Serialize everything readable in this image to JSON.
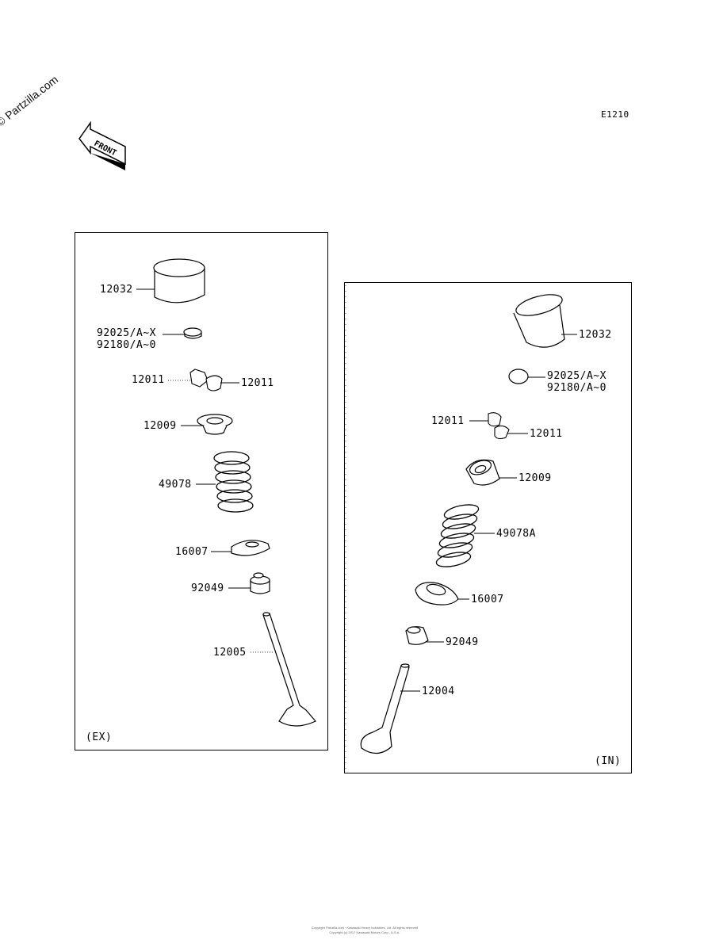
{
  "watermark": "© Partzilla.com",
  "diagram_code": "E1210",
  "front_arrow_text": "FRONT",
  "exhaust_panel": {
    "label": "(EX)",
    "parts": {
      "tappet": "12032",
      "shim_line1": "92025/A~X",
      "shim_line2": "92180/A~0",
      "cotter_left": "12011",
      "cotter_right": "12011",
      "retainer": "12009",
      "spring": "49078",
      "spring_seat": "16007",
      "oil_seal": "92049",
      "valve": "12005"
    }
  },
  "intake_panel": {
    "label": "(IN)",
    "parts": {
      "tappet": "12032",
      "shim_line1": "92025/A~X",
      "shim_line2": "92180/A~0",
      "cotter_left": "12011",
      "cotter_right": "12011",
      "retainer": "12009",
      "spring": "49078A",
      "spring_seat": "16007",
      "oil_seal": "92049",
      "valve": "12004"
    }
  },
  "footer_line1": "Copyright Partzilla.com · Kawasaki Heavy Industries, Ltd. All rights reserved",
  "footer_line2": "Copyright (c) 2017 Kawasaki Motors Corp., U.S.A."
}
